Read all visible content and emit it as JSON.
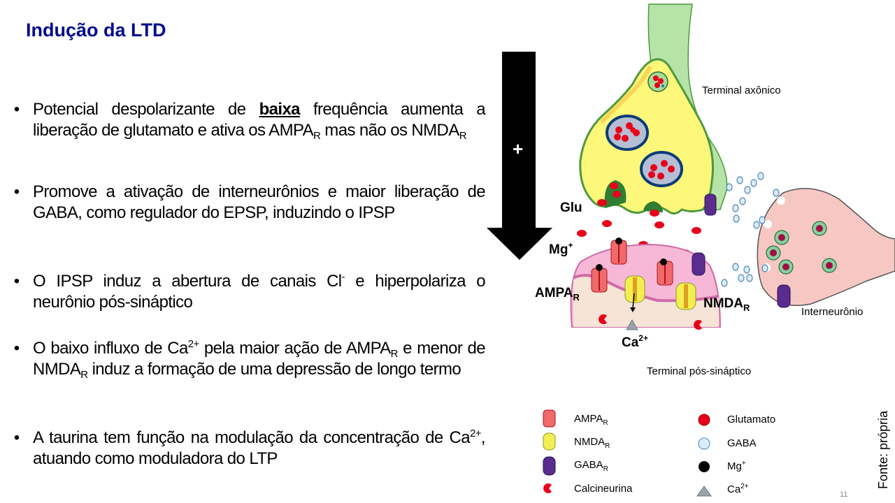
{
  "slide": {
    "title": "Indução da LTD",
    "page_number": "11",
    "source": "Fonte: própria"
  },
  "bullets": [
    {
      "pre": "Potencial despolarizante de ",
      "bold_underline": "baixa",
      "post": " frequência aumenta a liberação de glutamato e ativa os AMPA",
      "sub1": "R",
      "post2": " mas não os NMDA",
      "sub2": "R"
    },
    {
      "text": "Promove a ativação de interneurônios e maior liberação de GABA, como regulador do EPSP, induzindo o IPSP"
    },
    {
      "pre": "O IPSP induz a abertura de canais Cl",
      "sup": "-",
      "post": " e hiperpolariza o neurônio pós-sináptico"
    },
    {
      "pre": "O baixo influxo de Ca",
      "sup": "2+",
      "mid": " pela maior ação de AMPA",
      "sub1": "R",
      "mid2": " e menor de NMDA",
      "sub2": "R",
      "post": " induz a formação de uma depressão de longo termo"
    },
    {
      "pre": "A taurina tem função na modulação da concentração de Ca",
      "sup": "2+",
      "post": ", atuando como moduladora do LTP"
    }
  ],
  "arrow": {
    "symbol": "+"
  },
  "diagram": {
    "labels": {
      "axon_terminal": "Terminal axônico",
      "postsynaptic": "Terminal pós-sináptico",
      "interneuron": "Interneurônio",
      "glu": "Glu",
      "mg": "Mg",
      "mg_sup": "+",
      "ampa": "AMPA",
      "ampa_sub": "R",
      "nmda": "NMDA",
      "nmda_sub": "R",
      "ca": "Ca",
      "ca_sup": "2+"
    },
    "colors": {
      "axon": "#b6e3a8",
      "presynaptic": "#fdf77a",
      "postsynaptic_top": "#f6b8d6",
      "postsynaptic_body": "#f6e4d6",
      "interneuron": "#f7c8c3",
      "glutamate": "#e8001b",
      "gaba": "#dcecf8",
      "ampa": "#f06a6a",
      "nmda": "#f3ef52",
      "gabar": "#5b2c8f",
      "calcium": "#9aa3ab"
    }
  },
  "legend": {
    "left": [
      {
        "icon": "ampa-receptor-icon",
        "label": "AMPA",
        "sub": "R"
      },
      {
        "icon": "nmda-receptor-icon",
        "label": "NMDA",
        "sub": "R"
      },
      {
        "icon": "gaba-receptor-icon",
        "label": "GABA",
        "sub": "R"
      },
      {
        "icon": "calcineurin-icon",
        "label": "Calcineurina",
        "sub": ""
      }
    ],
    "right": [
      {
        "icon": "glutamate-icon",
        "label": "Glutamato",
        "sup": ""
      },
      {
        "icon": "gaba-icon",
        "label": "GABA",
        "sup": ""
      },
      {
        "icon": "magnesium-icon",
        "label": "Mg",
        "sup": "+"
      },
      {
        "icon": "calcium-icon",
        "label": "Ca",
        "sup": "2+"
      }
    ]
  }
}
